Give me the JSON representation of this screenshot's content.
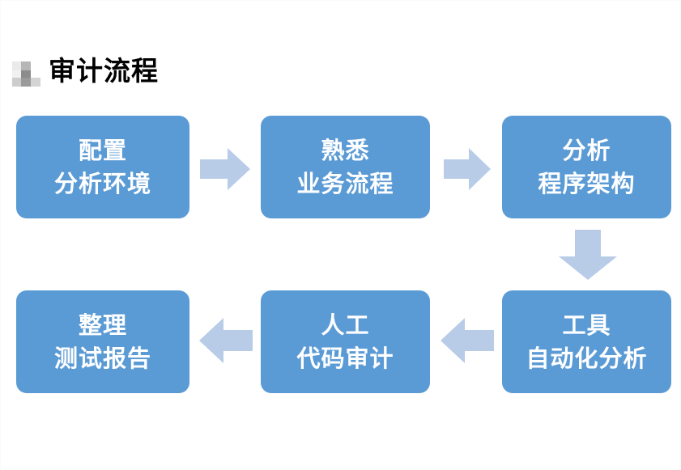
{
  "page": {
    "background_color": "#ffffff",
    "title": "审计流程",
    "logo_icon": "gray-tiles-icon"
  },
  "theme": {
    "box_color": "#5B9BD5",
    "box_text_color": "#ffffff",
    "arrow_color": "#B8CCE8",
    "title_color": "#000000"
  },
  "flow": {
    "boxes": [
      {
        "id": "box-1",
        "line1": "配置",
        "line2": "分析环境",
        "name": "flow-box-configure-environment"
      },
      {
        "id": "box-2",
        "line1": "熟悉",
        "line2": "业务流程",
        "name": "flow-box-familiarize-business-process"
      },
      {
        "id": "box-3",
        "line1": "分析",
        "line2": "程序架构",
        "name": "flow-box-analyze-program-architecture"
      },
      {
        "id": "box-4",
        "line1": "工具",
        "line2": "自动化分析",
        "name": "flow-box-tool-automated-analysis"
      },
      {
        "id": "box-5",
        "line1": "人工",
        "line2": "代码审计",
        "name": "flow-box-manual-code-audit"
      },
      {
        "id": "box-6",
        "line1": "整理",
        "line2": "测试报告",
        "name": "flow-box-organize-test-report"
      }
    ],
    "arrows": [
      {
        "id": "arrow-1",
        "direction": "right",
        "icon": "arrow-right-icon"
      },
      {
        "id": "arrow-2",
        "direction": "right",
        "icon": "arrow-right-icon"
      },
      {
        "id": "arrow-3",
        "direction": "down",
        "icon": "arrow-down-icon"
      },
      {
        "id": "arrow-4",
        "direction": "left",
        "icon": "arrow-left-icon"
      },
      {
        "id": "arrow-5",
        "direction": "left",
        "icon": "arrow-left-icon"
      }
    ]
  }
}
